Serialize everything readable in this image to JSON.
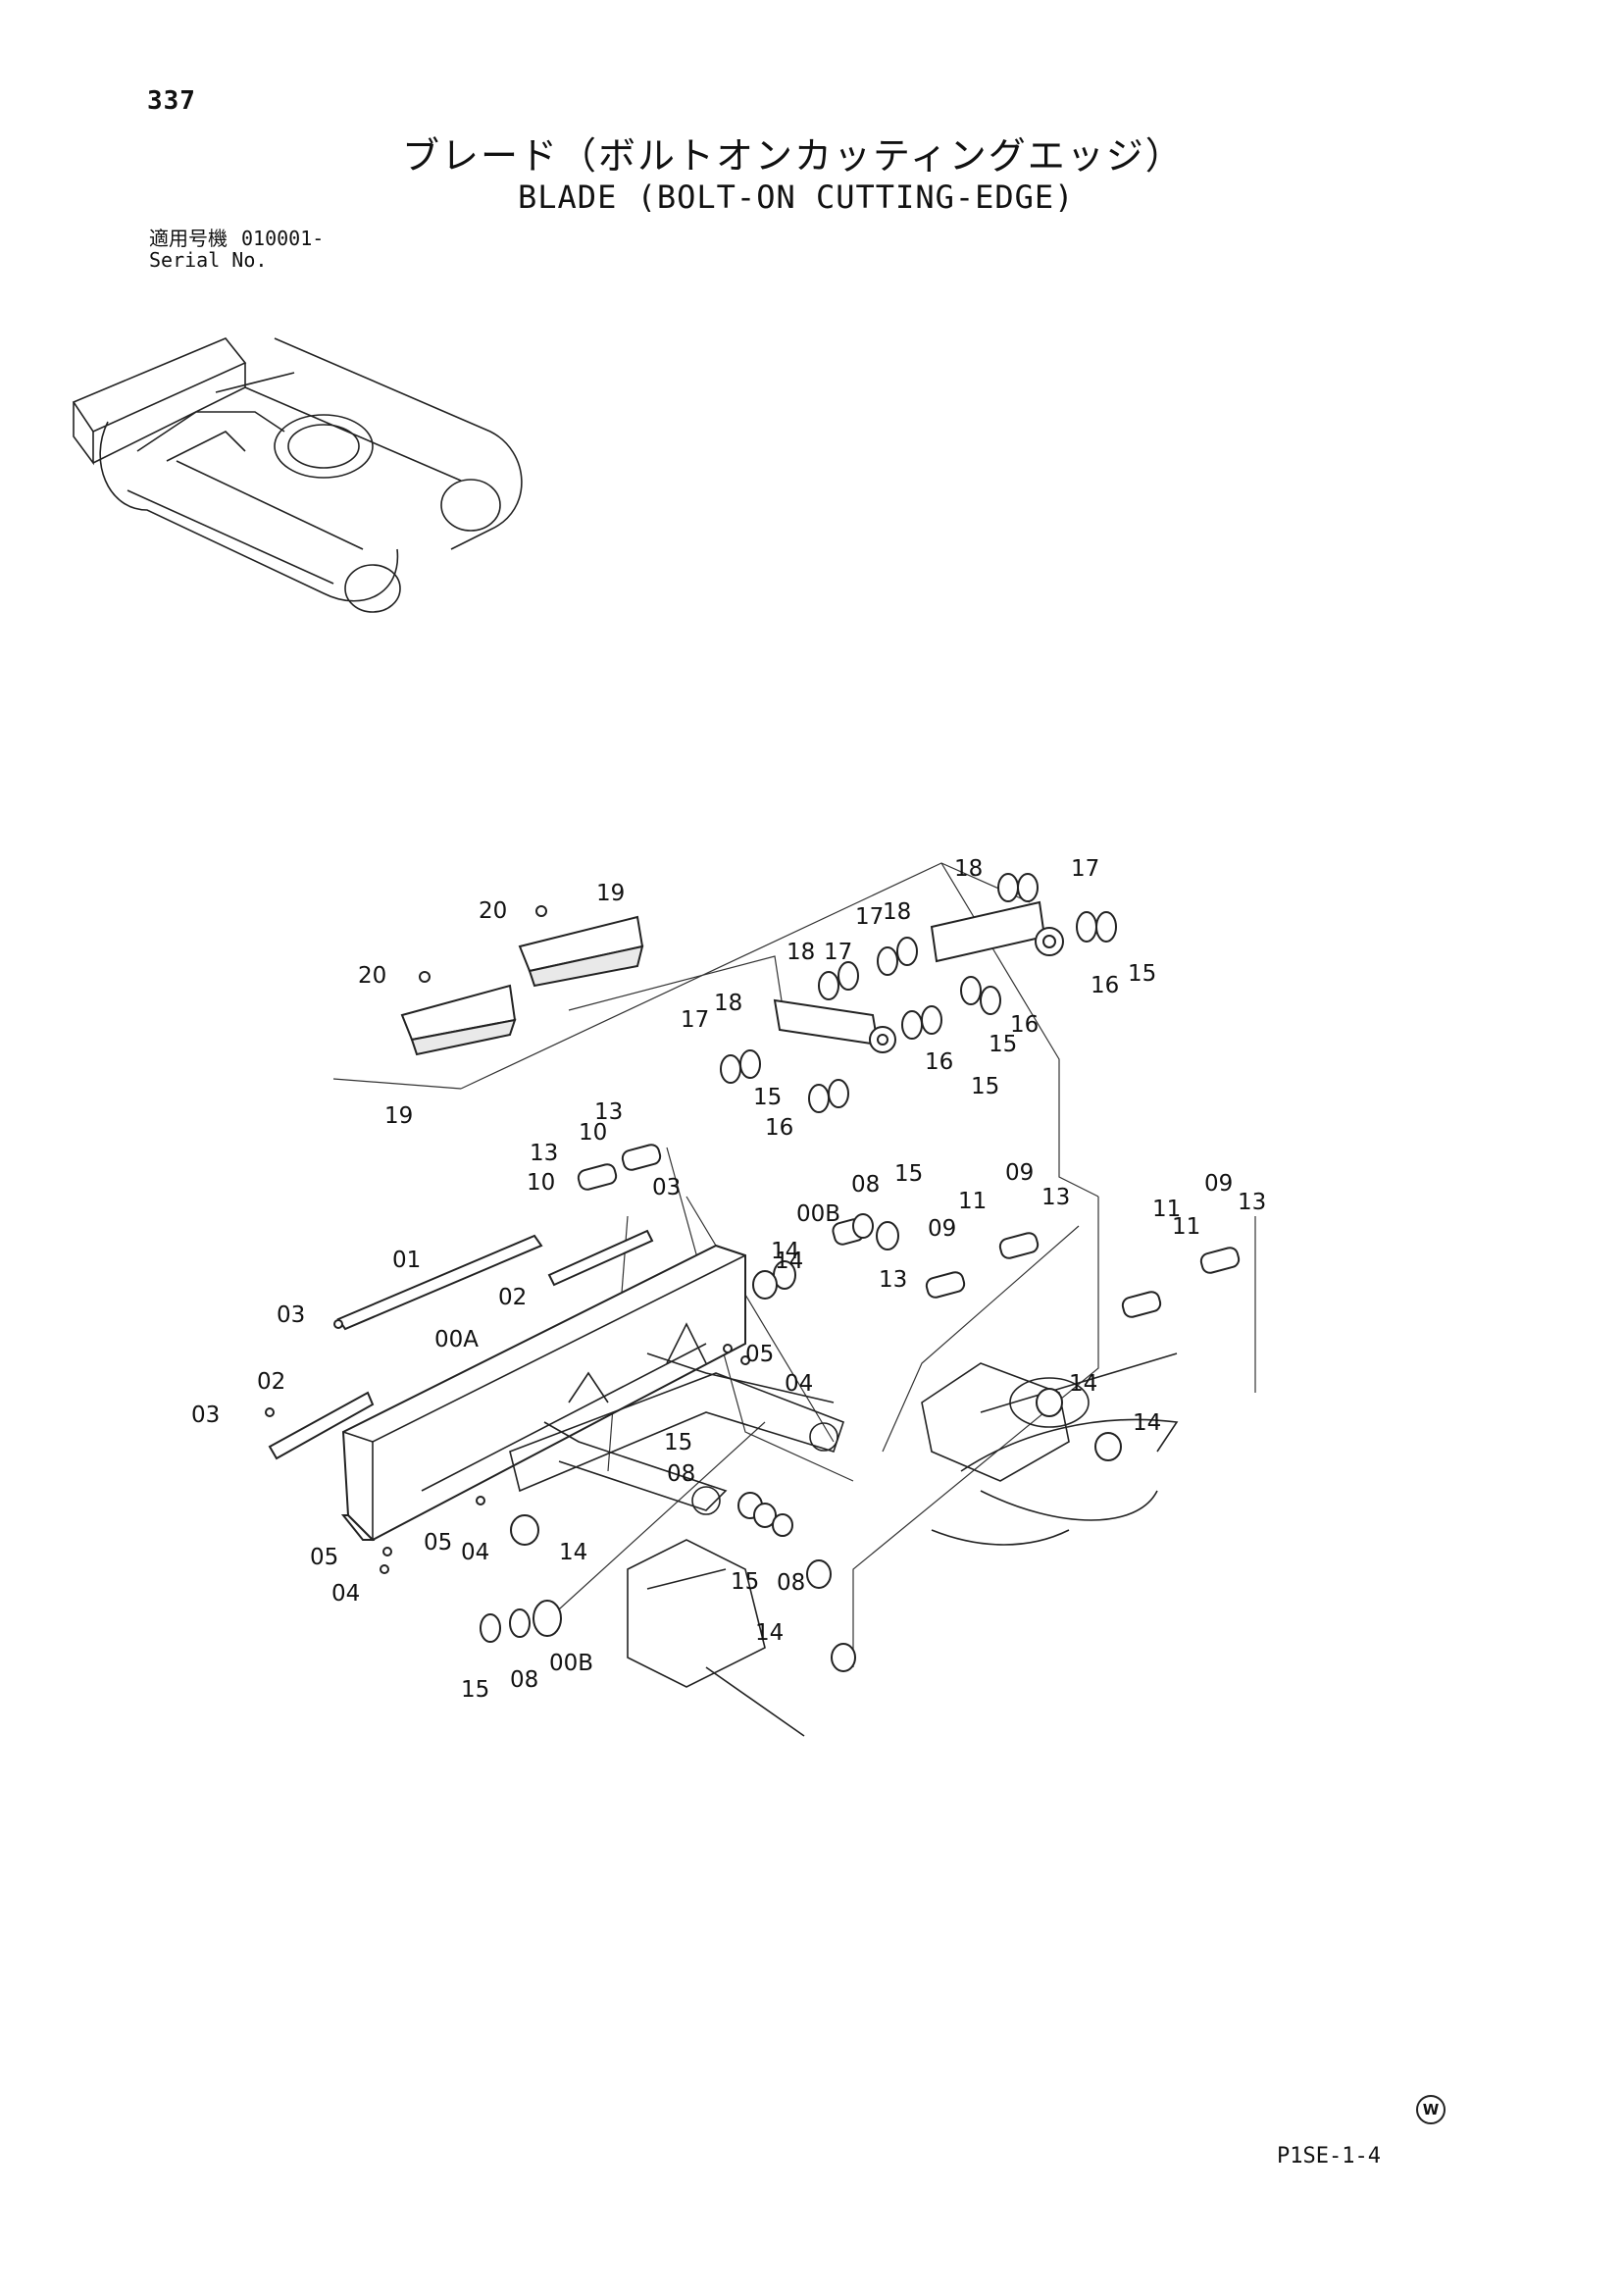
{
  "header": {
    "page_number": "337",
    "title_jp": "ブレード（ボルトオンカッティングエッジ）",
    "title_en": "BLADE (BOLT-ON CUTTING-EDGE)",
    "serial_label_jp": "適用号機",
    "serial_value": "010001-",
    "serial_label_en": "Serial No."
  },
  "footer": {
    "mark": "W",
    "code": "P1SE-1-4"
  },
  "callouts": [
    "20",
    "19",
    "20",
    "19",
    "18",
    "17",
    "17",
    "18",
    "16",
    "15",
    "18",
    "17",
    "18",
    "17",
    "15",
    "16",
    "16",
    "15",
    "16",
    "15",
    "13",
    "10",
    "13",
    "10",
    "03",
    "00B",
    "08",
    "15",
    "14",
    "11",
    "09",
    "13",
    "09",
    "13",
    "11",
    "09",
    "11",
    "13",
    "01",
    "02",
    "03",
    "00A",
    "05",
    "04",
    "02",
    "03",
    "14",
    "14",
    "15",
    "08",
    "15",
    "08",
    "05",
    "04",
    "14",
    "05",
    "04",
    "14",
    "14",
    "15",
    "08",
    "00B"
  ]
}
